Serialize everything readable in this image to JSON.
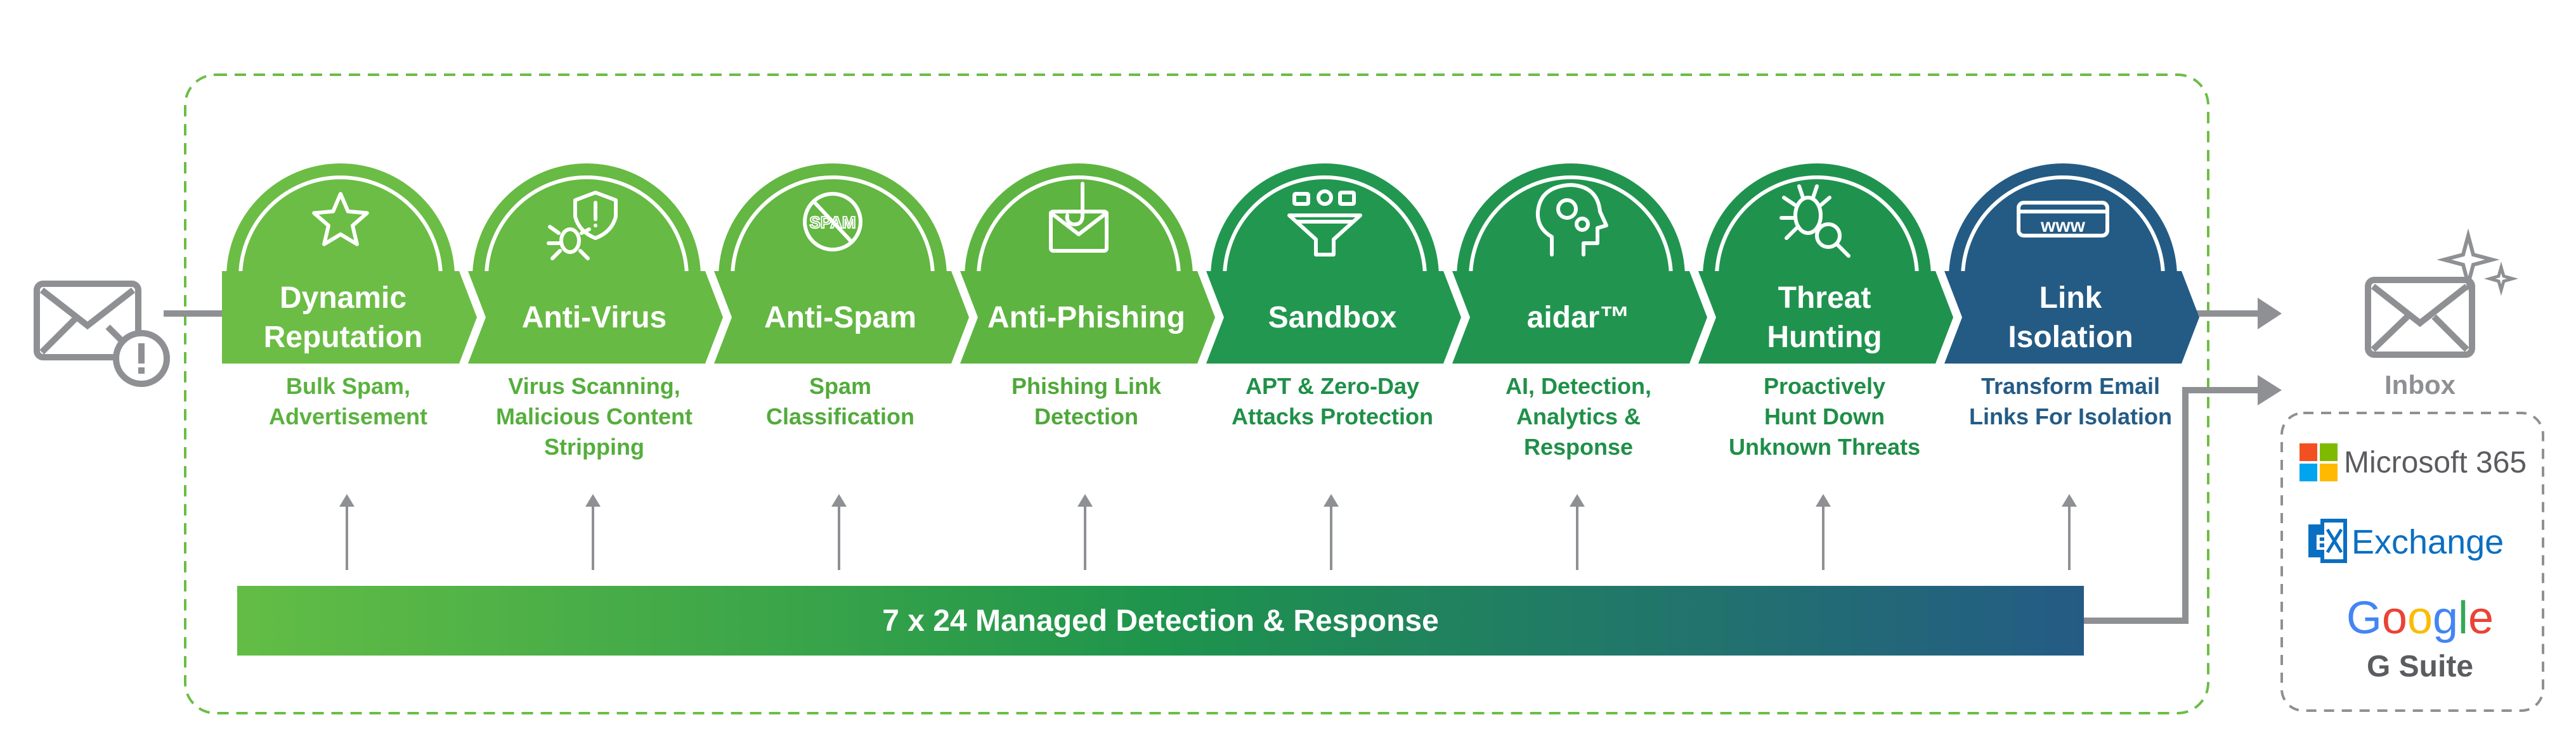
{
  "stages": [
    {
      "id": "dynamic-reputation",
      "title": [
        "Dynamic",
        "Reputation"
      ],
      "desc": [
        "Bulk Spam,",
        "Advertisement"
      ],
      "icon": "star-icon",
      "color": "#6cbd45",
      "desc_color": "#5ab23e"
    },
    {
      "id": "anti-virus",
      "title": [
        "Anti-Virus"
      ],
      "desc": [
        "Virus Scanning,",
        "Malicious Content",
        "Stripping"
      ],
      "icon": "bug-shield-icon",
      "color": "#67ba43",
      "desc_color": "#55ae3c"
    },
    {
      "id": "anti-spam",
      "title": [
        "Anti-Spam"
      ],
      "desc": [
        "Spam",
        "Classification"
      ],
      "icon": "spam-stamp-icon",
      "color": "#63b742",
      "desc_color": "#52ab3b"
    },
    {
      "id": "anti-phishing",
      "title": [
        "Anti-Phishing"
      ],
      "desc": [
        "Phishing Link",
        "Detection"
      ],
      "icon": "phishing-envelope-icon",
      "color": "#5eb441",
      "desc_color": "#4fa83a"
    },
    {
      "id": "sandbox",
      "title": [
        "Sandbox"
      ],
      "desc": [
        "APT & Zero-Day",
        "Attacks Protection"
      ],
      "icon": "funnel-filter-icon",
      "color": "#229750",
      "desc_color": "#1f9048"
    },
    {
      "id": "aidar",
      "title": [
        "aidar™"
      ],
      "desc": [
        "AI, Detection,",
        "Analytics &",
        "Response"
      ],
      "icon": "brain-gears-icon",
      "color": "#21954f",
      "desc_color": "#1f9048"
    },
    {
      "id": "threat-hunting",
      "title": [
        "Threat",
        "Hunting"
      ],
      "desc": [
        "Proactively",
        "Hunt Down",
        "Unknown Threats"
      ],
      "icon": "bug-magnifier-icon",
      "color": "#1f934e",
      "desc_color": "#1e8e47"
    },
    {
      "id": "link-isolation",
      "title": [
        "Link",
        "Isolation"
      ],
      "desc": [
        "Transform Email",
        "Links For Isolation"
      ],
      "icon": "www-browser-icon",
      "color": "#245b85",
      "desc_color": "#245b85"
    }
  ],
  "mdr_bar": {
    "label": "7 x 24 Managed Detection & Response",
    "gradient_start": "#63bd45",
    "gradient_mid": "#1e944c",
    "gradient_end": "#245b85"
  },
  "inbox": {
    "label": "Inbox",
    "icon": "envelope-sparkle-icon"
  },
  "incoming": {
    "icon": "envelope-alert-icon"
  },
  "vendors": [
    {
      "label": "Microsoft 365",
      "icon": "microsoft-logo-icon"
    },
    {
      "label": "Exchange",
      "icon": "exchange-logo-icon"
    },
    {
      "label": "Google",
      "sublabel": "G Suite",
      "icon": "google-logo-icon"
    }
  ],
  "colors": {
    "connector": "#8e9094",
    "dashed_frame": "#6cbd45",
    "vendor_frame": "#8e9094"
  }
}
